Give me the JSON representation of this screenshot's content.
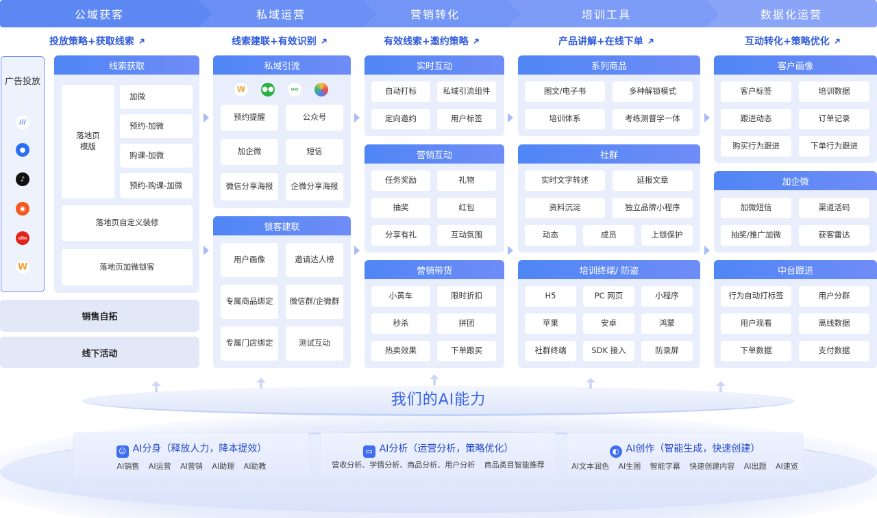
{
  "stages": [
    {
      "title": "公域获客",
      "subtitle": "投放策略+获取线索",
      "color": "#5d88f4"
    },
    {
      "title": "私域运营",
      "subtitle": "线索建联+有效识别",
      "color": "#6a90f5"
    },
    {
      "title": "营销转化",
      "subtitle": "有效线索+邀约策略",
      "color": "#7396f6"
    },
    {
      "title": "培训工具",
      "subtitle": "产品讲解+在线下单",
      "color": "#7d9cf7"
    },
    {
      "title": "数据化运营",
      "subtitle": "互动转化+策略优化",
      "color": "#8aa4f8"
    }
  ],
  "col1": {
    "ad_title": "广告投放",
    "logos": [
      "ad-logo-1",
      "baidu-icon",
      "tiktok-icon",
      "kuaishou-icon",
      "oppo-icon",
      "brand-icon"
    ],
    "panel_title": "线索获取",
    "landing_template": "落地页模版",
    "items": [
      "加微",
      "预约-加微",
      "购课-加微",
      "预约-购课-加微"
    ],
    "custom_decor": "落地页自定义装修",
    "lock_customer": "落地页加微锁客",
    "sales": "销售自拓",
    "offline": "线下活动"
  },
  "col2": {
    "panel1_title": "私域引流",
    "panel1_items": [
      "预约提醒",
      "公众号",
      "加企微",
      "短信",
      "微信分享海报",
      "企微分享海报"
    ],
    "panel2_title": "锁客建联",
    "panel2_items": [
      "用户画像",
      "邀请达人榜",
      "专属商品绑定",
      "微信群/企微群",
      "专属门店绑定",
      "测试互动"
    ]
  },
  "col3": {
    "panel1_title": "实时互动",
    "panel1_items": [
      "自动打标",
      "私域引流组件",
      "定向邀约",
      "用户标签"
    ],
    "panel2_title": "营销互动",
    "panel2_items": [
      "任务奖励",
      "礼物",
      "抽奖",
      "红包",
      "分享有礼",
      "互动氛围"
    ],
    "panel3_title": "营销带货",
    "panel3_items": [
      "小黄车",
      "限时折扣",
      "秒杀",
      "拼团",
      "热卖效果",
      "下单跟买"
    ]
  },
  "col4": {
    "panel1_title": "系列商品",
    "panel1_items": [
      "图文/电子书",
      "多种解锁模式",
      "培训体系",
      "考练测督学一体"
    ],
    "panel2_title": "社群",
    "panel2_items": [
      "实时文字转述",
      "延报文章",
      "资料沉淀",
      "独立品牌小程序",
      "动态",
      "成员",
      "上锁保护"
    ],
    "panel3_title": "培训终端/ 防盗",
    "panel3_items": [
      "H5",
      "PC 网页",
      "小程序",
      "苹果",
      "安卓",
      "鸿蒙",
      "社群终端",
      "SDK 接入",
      "防录屏"
    ]
  },
  "col5": {
    "panel1_title": "客户画像",
    "panel1_items": [
      "客户标签",
      "培训数据",
      "跟进动态",
      "订单记录",
      "购买行为跟进",
      "下单行为跟进"
    ],
    "panel2_title": "加企微",
    "panel2_items": [
      "加微短信",
      "渠道活码",
      "抽奖/推广加微",
      "获客雷达"
    ],
    "panel3_title": "中台跟进",
    "panel3_items": [
      "行为自动打标签",
      "用户分群",
      "用户观看",
      "离线数据",
      "下单数据",
      "支付数据"
    ]
  },
  "ai": {
    "title": "我们的AI能力",
    "cards": [
      {
        "title": "AI分身（释放人力，降本提效）",
        "items": [
          "AI销售",
          "AI运营",
          "AI营销",
          "AI助理",
          "AI助教"
        ]
      },
      {
        "title": "AI分析（运营分析，策略优化）",
        "items": [
          "营收分析、学情分析、商品分析、用户分析",
          "商品类目智能推荐"
        ]
      },
      {
        "title": "AI创作（智能生成，快速创建）",
        "items": [
          "AI文本润色",
          "AI生图",
          "智能字幕",
          "快速创建内容",
          "AI出题",
          "AI速览"
        ]
      }
    ]
  }
}
